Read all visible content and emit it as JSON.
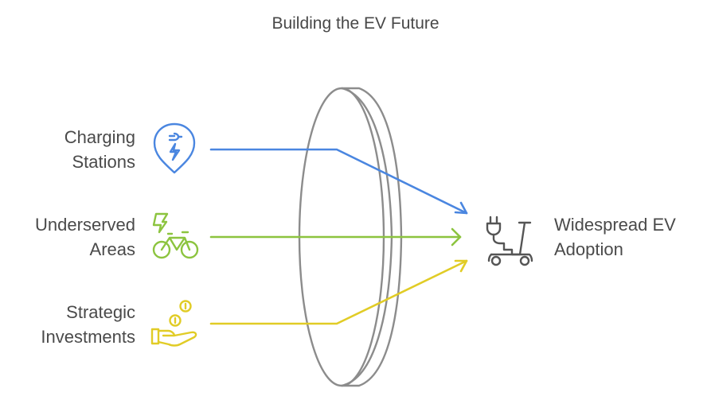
{
  "title": "Building the EV Future",
  "inputs": [
    {
      "label_line1": "Charging",
      "label_line2": "Stations",
      "icon": "charging-pin-icon",
      "color": "#4a86e0"
    },
    {
      "label_line1": "Underserved",
      "label_line2": "Areas",
      "icon": "electric-bike-icon",
      "color": "#8cc43f"
    },
    {
      "label_line1": "Strategic",
      "label_line2": "Investments",
      "icon": "hand-coins-icon",
      "color": "#e1cc26"
    }
  ],
  "output": {
    "label_line1": "Widespread EV",
    "label_line2": "Adoption",
    "icon": "electric-scooter-icon",
    "color": "#555555"
  },
  "lens_color": "#8c8c8c"
}
